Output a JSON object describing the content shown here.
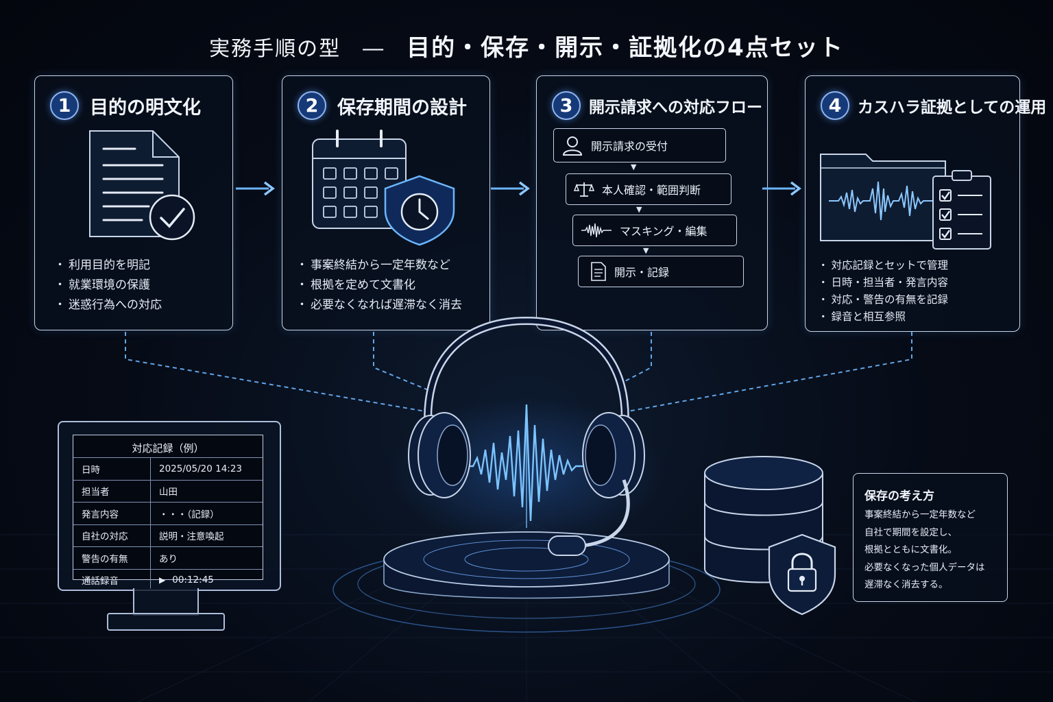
{
  "title": {
    "prefix": "実務手順の型　―　",
    "main": "目的・保存・開示・証拠化の4点セット"
  },
  "cards": [
    {
      "number": "1",
      "title": "目的の明文化",
      "icon": "document-check-icon",
      "bullets": [
        "利用目的を明記",
        "就業環境の保護",
        "迷惑行為への対応"
      ]
    },
    {
      "number": "2",
      "title": "保存期間の設計",
      "icon": "calendar-shield-clock-icon",
      "bullets": [
        "事案終結から一定年数など",
        "根拠を定めて文書化",
        "必要なくなれば遅滞なく消去"
      ]
    },
    {
      "number": "3",
      "title": "開示請求への対応フロー",
      "flow": [
        {
          "label": "開示請求の受付",
          "icon": "person-icon"
        },
        {
          "label": "本人確認・範囲判断",
          "icon": "scales-icon"
        },
        {
          "label": "マスキング・編集",
          "icon": "waveform-icon"
        },
        {
          "label": "開示・記録",
          "icon": "document-icon"
        }
      ]
    },
    {
      "number": "4",
      "title": "カスハラ証拠としての運用",
      "icon": "folder-waveform-checklist-icon",
      "bullets": [
        "対応記録とセットで管理",
        "日時・担当者・発言内容",
        "対応・警告の有無を記録",
        "録音と相互参照"
      ]
    }
  ],
  "record_table": {
    "title": "対応記録（例）",
    "rows": [
      {
        "key": "日時",
        "value": "2025/05/20 14:23"
      },
      {
        "key": "担当者",
        "value": "山田"
      },
      {
        "key": "発言内容",
        "value": "・・・（記録）"
      },
      {
        "key": "自社の対応",
        "value": "説明・注意喚起"
      },
      {
        "key": "警告の有無",
        "value": "あり"
      },
      {
        "key": "通話録音",
        "value": "00:12:45",
        "icon": "play-icon"
      }
    ]
  },
  "storage_note": {
    "title": "保存の考え方",
    "lines": [
      "事案終結から一定年数など",
      "自社で期間を設定し、",
      "根拠とともに文書化。",
      "必要なくなった個人データは",
      "遅滞なく消去する。"
    ]
  },
  "colors": {
    "background": "#060b16",
    "accent_glow": "#4fa3ff",
    "number_badge": "#163a78",
    "line": "#c9d6ea"
  }
}
